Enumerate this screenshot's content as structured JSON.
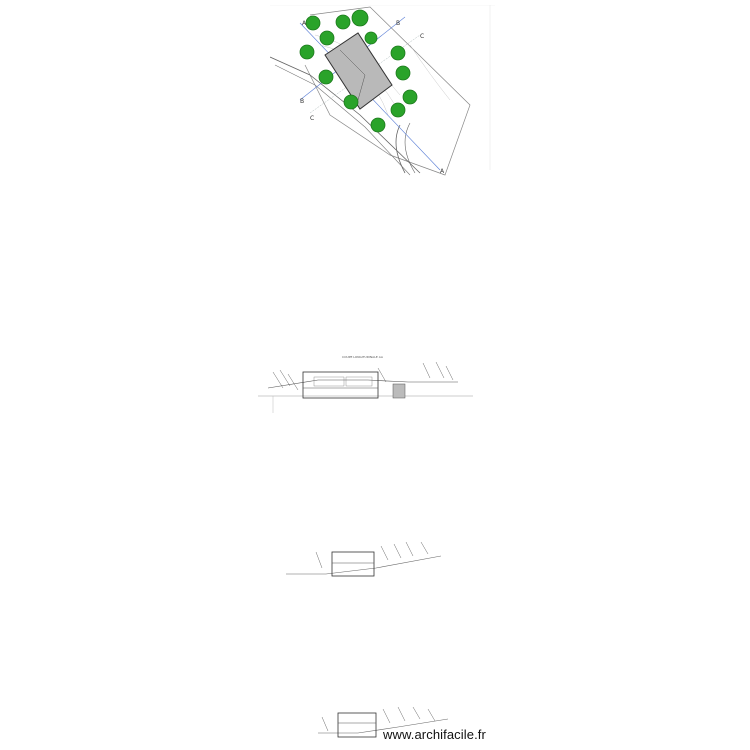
{
  "site_plan": {
    "label": "site plan with house footprint and trees",
    "section_markers": [
      "A",
      "A",
      "B",
      "B",
      "C",
      "C"
    ],
    "colors": {
      "tree": "#2aa32a",
      "tree_dark": "#1d7a1d",
      "building_fill": "#b9b9b9",
      "building_stroke": "#333333",
      "line": "#888888",
      "blue_line": "#5b7fd6"
    }
  },
  "sections": [
    {
      "name": "section-a",
      "title": "COUPE LONGITUDINALE AA"
    },
    {
      "name": "section-b",
      "title": ""
    },
    {
      "name": "section-c",
      "title": ""
    }
  ],
  "watermark": {
    "text": "www.archifacile.fr"
  }
}
